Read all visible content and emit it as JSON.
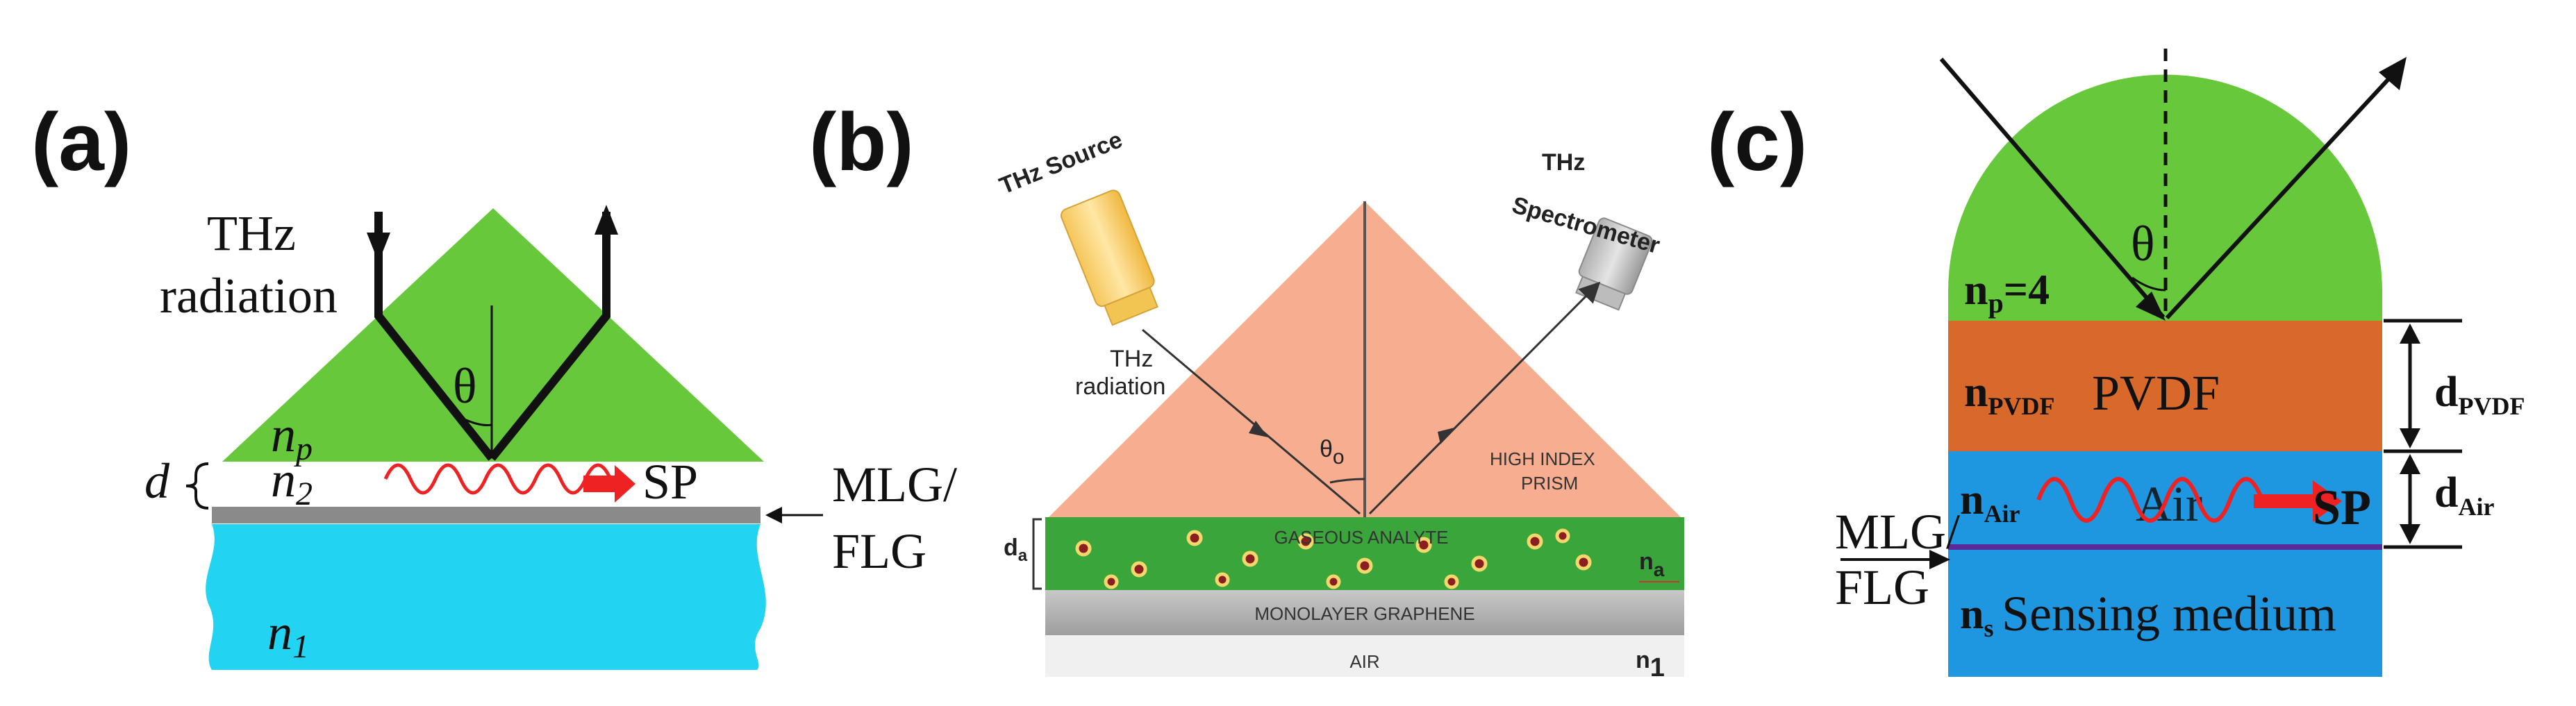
{
  "panels": {
    "a": {
      "label": "(a)",
      "thz_line1": "THz",
      "thz_line2": "radiation",
      "theta": "θ",
      "np_base": "n",
      "np_sub": "p",
      "n2_base": "n",
      "n2_sub": "2",
      "n1_base": "n",
      "n1_sub": "1",
      "d": "d",
      "sp": "SP",
      "graphene_line1": "MLG/",
      "graphene_line2": "FLG"
    },
    "b": {
      "label": "(b)",
      "source": "THz Source",
      "spectrometer_line1": "THz",
      "spectrometer_line2": "Spectrometer",
      "radiation_line1": "THz",
      "radiation_line2": "radiation",
      "theta_base": "θ",
      "theta_sub": "o",
      "prism_line1": "HIGH INDEX",
      "prism_line2": "PRISM",
      "analyte": "GASEOUS ANALYTE",
      "graphene": "MONOLAYER GRAPHENE",
      "air": "AIR",
      "da_base": "d",
      "da_sub": "a",
      "na_base": "n",
      "na_sub": "a",
      "n1_base": "n",
      "n1_sub": "1"
    },
    "c": {
      "label": "(c)",
      "theta": "θ",
      "np_base": "n",
      "np_sub": "p",
      "np_value": "=4",
      "npvdf_base": "n",
      "npvdf_sub": "PVDF",
      "pvdf": "PVDF",
      "nair_base": "n",
      "nair_sub": "Air",
      "air": "Air",
      "sp": "SP",
      "ns_base": "n",
      "ns_sub": "s",
      "sensing": "Sensing medium",
      "dpvdf_base": "d",
      "dpvdf_sub": "PVDF",
      "dair_base": "d",
      "dair_sub": "Air",
      "graphene_line1": "MLG/",
      "graphene_line2": "FLG"
    }
  },
  "colors": {
    "prism_green": "#66c83a",
    "substrate_blue": "#22d3f2",
    "prism_salmon": "#f7ad8f",
    "analyte_green": "#3aa53a",
    "graphene_gray": "#b4b4b4",
    "pvdf_orange": "#d8692b",
    "air_blue": "#1f97e0",
    "sp_red": "#ee2222"
  }
}
